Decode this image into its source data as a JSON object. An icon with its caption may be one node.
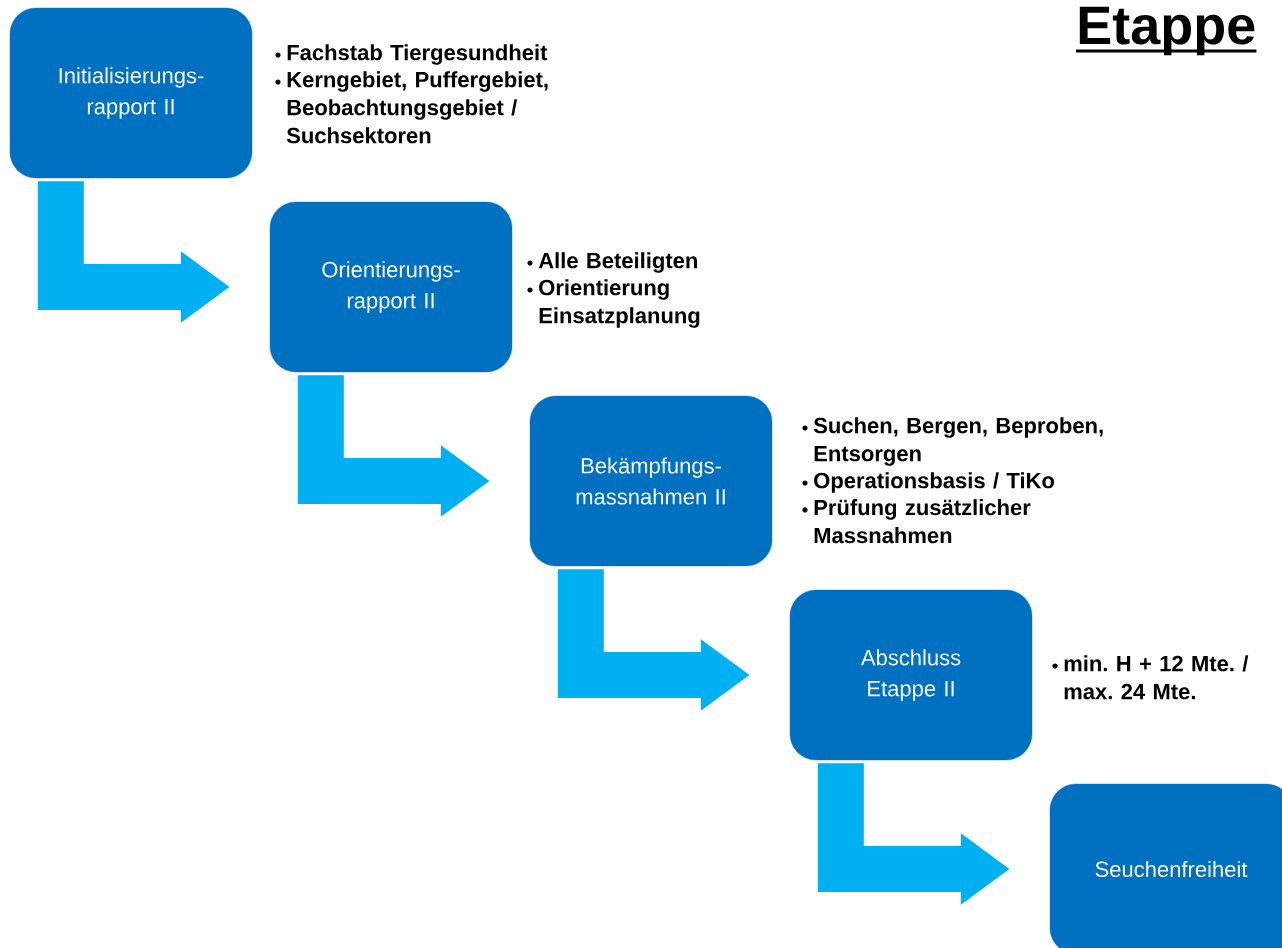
{
  "diagram": {
    "title": "Etappe",
    "nodes": [
      {
        "text": [
          "Initialisierungs- rapport II"
        ],
        "beside": [
          "Fachstab Tiergesundheit",
          "Kerngebiet, Puffergebiet, Beobachtungsgebiet / Suchsektoren"
        ]
      },
      {
        "text": [
          "Orientierungs- rapport II"
        ],
        "beside": [
          "Alle Beteiligten",
          "Orientierung Einsatzplanung"
        ]
      },
      {
        "text": [
          "Bekämpfungs- massnahmen II"
        ],
        "beside": [
          "Suchen, Bergen, Beproben, Entsorgen",
          "Operationsbasis / TiKo",
          "Prüfung zusätzlicher Massnahmen"
        ]
      },
      {
        "text": [
          "Abschluss Etappe II"
        ],
        "beside": [
          "min. H + 12 Mte. / max. 24 Mte."
        ]
      },
      {
        "text": [
          "Seuchenfreiheit"
        ]
      }
    ],
    "edges": [
      {
        "from": 0,
        "to": 1,
        "arrow": "to"
      },
      {
        "from": 1,
        "to": 2,
        "arrow": "to"
      },
      {
        "from": 2,
        "to": 3,
        "arrow": "to"
      },
      {
        "from": 3,
        "to": 4,
        "arrow": "to"
      }
    ]
  }
}
